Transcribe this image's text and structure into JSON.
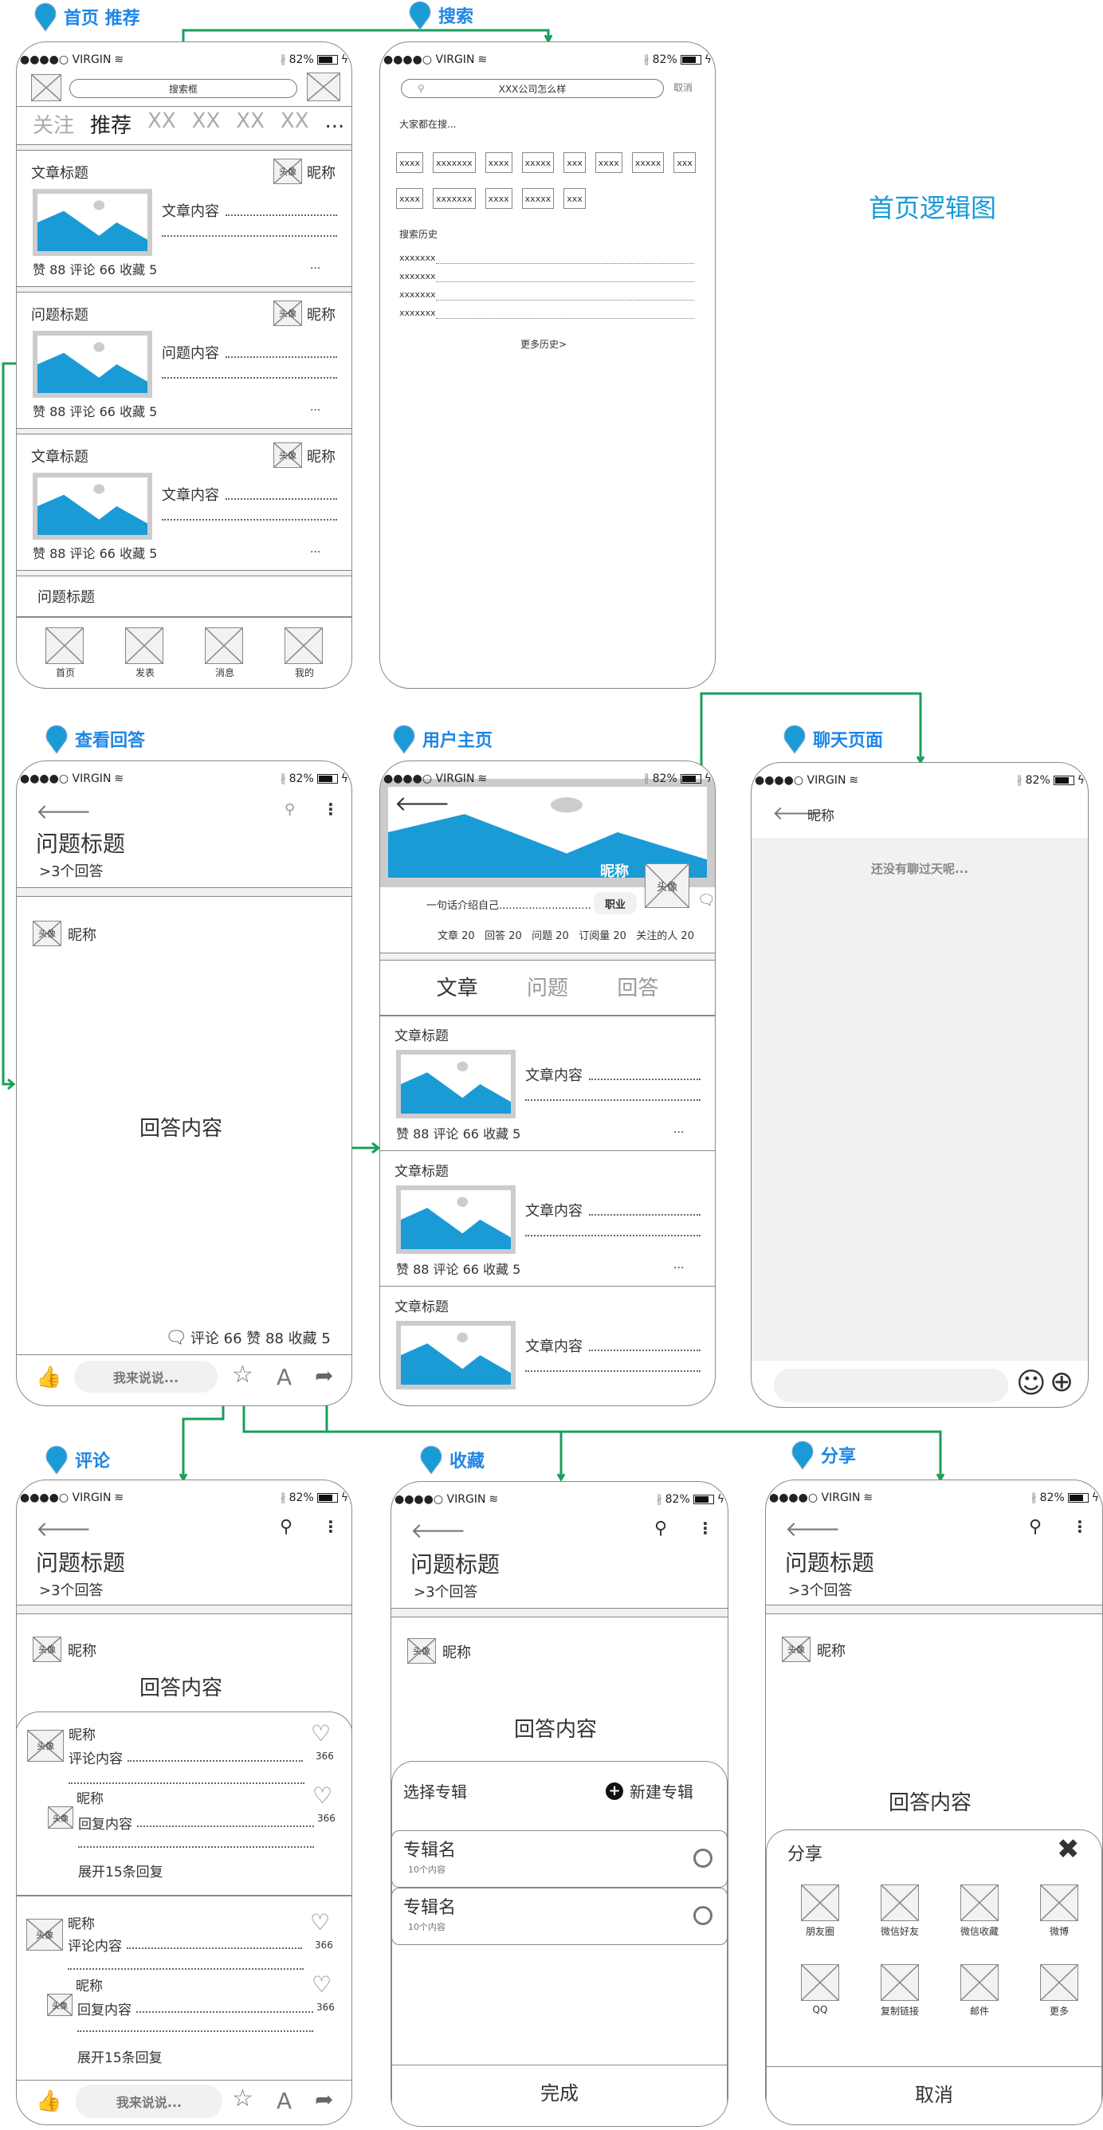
{
  "diagram_title": "首页逻辑图",
  "colors": {
    "accent_label": "#1f86e6",
    "title": "#1a9bd6",
    "connector": "#1a9e5c",
    "image_blue": "#1a9bd6",
    "wire": "#888888"
  },
  "status_bar": {
    "carrier": "●●●●○ VIRGIN",
    "battery": "82%"
  },
  "screens": {
    "home": {
      "label": "首页 推荐",
      "search_placeholder": "搜索框",
      "tabs": [
        "关注",
        "推荐",
        "XX",
        "XX",
        "XX",
        "XX",
        "..."
      ],
      "feed": [
        {
          "title": "文章标题",
          "avatar": "头像",
          "nickname": "昵称",
          "content": "文章内容",
          "stats": "赞 88  评论 66  收藏 5",
          "more": "..."
        },
        {
          "title": "问题标题",
          "avatar": "头像",
          "nickname": "昵称",
          "content": "问题内容",
          "stats": "赞 88  评论 66  收藏 5",
          "more": "..."
        },
        {
          "title": "文章标题",
          "avatar": "头像",
          "nickname": "昵称",
          "content": "文章内容",
          "stats": "赞 88  评论 66  收藏 5",
          "more": "..."
        },
        {
          "title": "问题标题"
        }
      ],
      "bottom_nav": [
        "首页",
        "发表",
        "消息",
        "我的"
      ]
    },
    "search": {
      "label": "搜索",
      "query": "XXX公司怎么样",
      "cancel": "取消",
      "hot_title": "大家都在搜...",
      "hot_row1": [
        "xxxx",
        "xxxxxxx",
        "xxxx",
        "xxxxx",
        "xxx",
        "xxxx",
        "xxxxx",
        "xxx"
      ],
      "hot_row2": [
        "xxxx",
        "xxxxxxx",
        "xxxx",
        "xxxxx",
        "xxx"
      ],
      "history_title": "搜索历史",
      "history": [
        "xxxxxxx",
        "xxxxxxx",
        "xxxxxxx",
        "xxxxxxx"
      ],
      "more_history": "更多历史>"
    },
    "answer": {
      "label": "查看回答",
      "question_title": "问题标题",
      "answer_count": ">3个回答",
      "avatar": "头像",
      "nickname": "昵称",
      "content": "回答内容",
      "stats": "评论 66  赞 88  收藏 5",
      "input_placeholder": "我来说说...",
      "font_btn": "A"
    },
    "profile": {
      "label": "用户主页",
      "nickname": "昵称",
      "avatar": "头像",
      "bio": "一句话介绍自己............................",
      "job": "职业",
      "counts": "文章 20   回答 20   问题 20   订阅量 20   关注的人 20",
      "tabs": [
        "文章",
        "问题",
        "回答"
      ],
      "feed": [
        {
          "title": "文章标题",
          "content": "文章内容",
          "stats": "赞 88  评论 66  收藏 5",
          "more": "..."
        },
        {
          "title": "文章标题",
          "content": "文章内容",
          "stats": "赞 88  评论 66  收藏 5",
          "more": "..."
        },
        {
          "title": "文章标题",
          "content": "文章内容"
        }
      ]
    },
    "chat": {
      "label": "聊天页面",
      "nickname": "昵称",
      "empty_text": "还没有聊过天呢..."
    },
    "comment": {
      "label": "评论",
      "question_title": "问题标题",
      "answer_count": ">3个回答",
      "avatar": "头像",
      "nickname": "昵称",
      "content": "回答内容",
      "comments": [
        {
          "nickname": "昵称",
          "text": "评论内容",
          "likes": "366",
          "reply_nickname": "昵称",
          "reply_text": "回复内容",
          "reply_likes": "366",
          "expand": "展开15条回复"
        },
        {
          "nickname": "昵称",
          "text": "评论内容",
          "likes": "366",
          "reply_nickname": "昵称",
          "reply_text": "回复内容",
          "reply_likes": "366",
          "expand": "展开15条回复"
        }
      ],
      "input_placeholder": "我来说说...",
      "font_btn": "A"
    },
    "collect": {
      "label": "收藏",
      "question_title": "问题标题",
      "answer_count": ">3个回答",
      "avatar": "头像",
      "nickname": "昵称",
      "content": "回答内容",
      "sheet_title": "选择专辑",
      "new_album": "新建专辑",
      "albums": [
        {
          "name": "专辑名",
          "count": "10个内容"
        },
        {
          "name": "专辑名",
          "count": "10个内容"
        }
      ],
      "done": "完成"
    },
    "share": {
      "label": "分享",
      "question_title": "问题标题",
      "answer_count": ">3个回答",
      "avatar": "头像",
      "nickname": "昵称",
      "content": "回答内容",
      "sheet_title": "分享",
      "targets": [
        "朋友圈",
        "微信好友",
        "微信收藏",
        "微博",
        "QQ",
        "复制链接",
        "邮件",
        "更多"
      ],
      "cancel": "取消"
    }
  }
}
